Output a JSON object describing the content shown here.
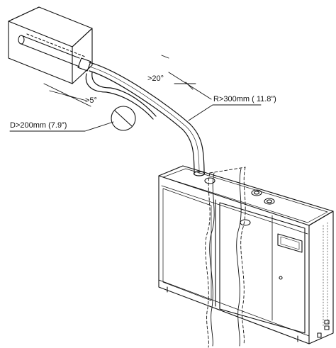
{
  "annotations": {
    "angle_top": ">20°",
    "angle_bottom": ">5°",
    "radius": "R>300mm ( 11.8”)",
    "diameter": "D>200mm (7.9”)"
  },
  "colors": {
    "stroke": "#111111",
    "background": "#ffffff"
  }
}
